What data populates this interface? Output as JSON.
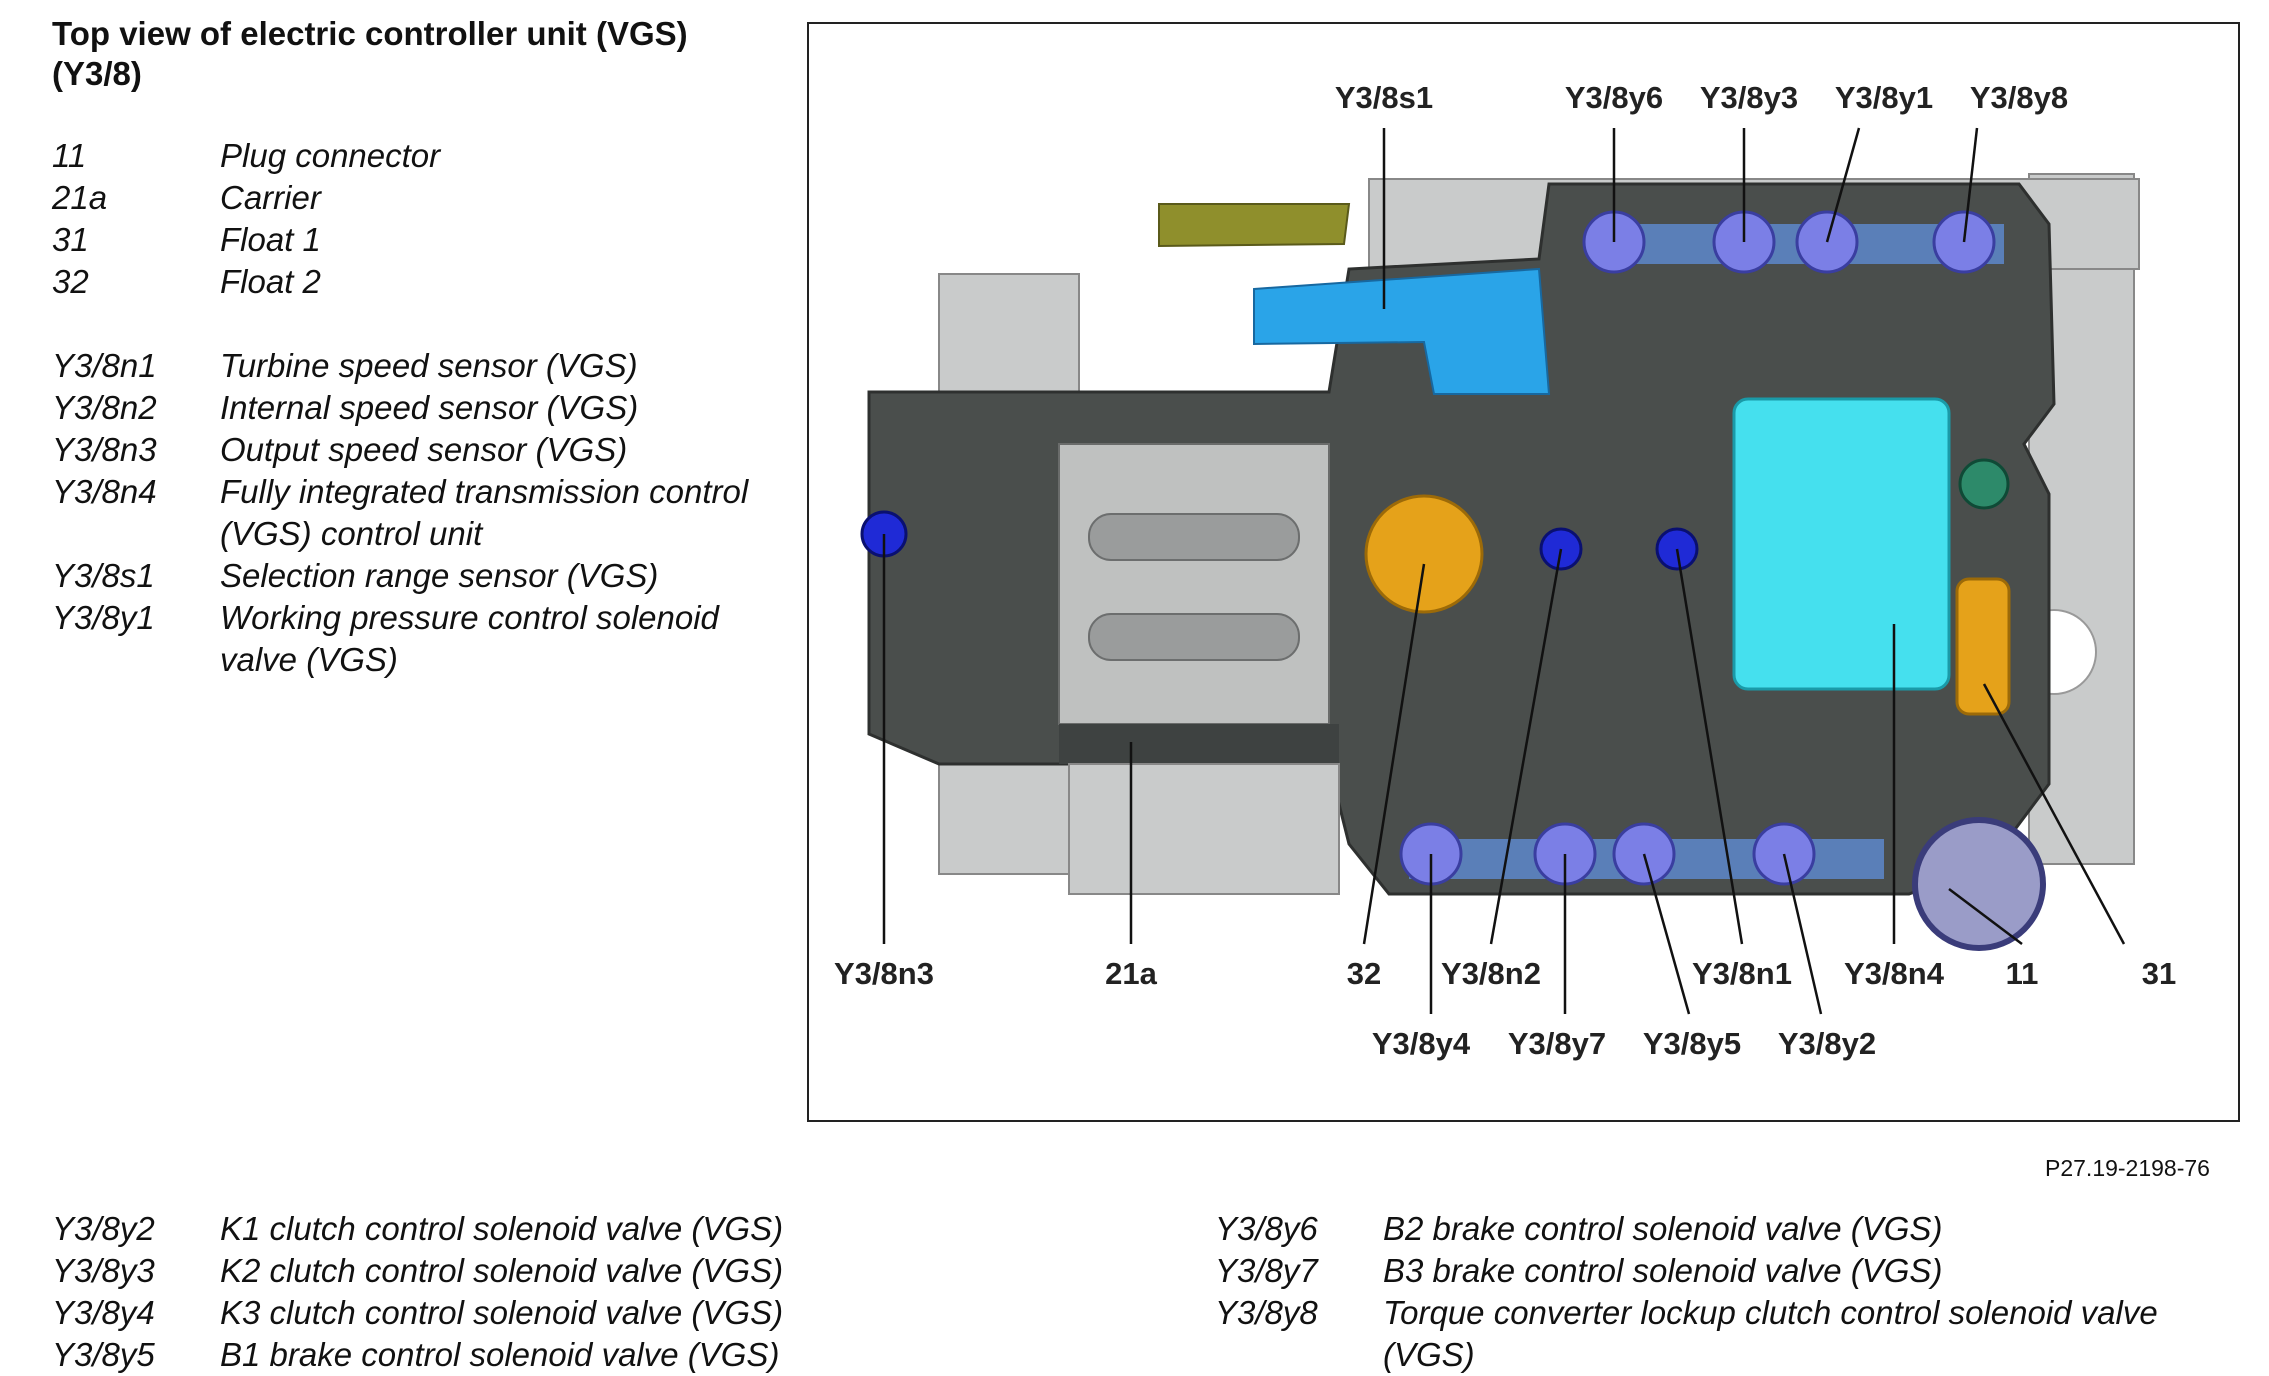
{
  "title": "Top view of electric controller unit (VGS) (Y3/8)",
  "legend_top": [
    {
      "code": "11",
      "desc": "Plug connector"
    },
    {
      "code": "21a",
      "desc": "Carrier"
    },
    {
      "code": "31",
      "desc": "Float 1"
    },
    {
      "code": "32",
      "desc": "Float 2"
    },
    {
      "code": "Y3/8n1",
      "desc": "Turbine speed sensor (VGS)"
    },
    {
      "code": "Y3/8n2",
      "desc": "Internal speed sensor (VGS)"
    },
    {
      "code": "Y3/8n3",
      "desc": "Output speed sensor (VGS)"
    },
    {
      "code": "Y3/8n4",
      "desc": "Fully integrated transmission control (VGS) control unit"
    },
    {
      "code": "Y3/8s1",
      "desc": "Selection range sensor (VGS)"
    },
    {
      "code": "Y3/8y1",
      "desc": "Working pressure control solenoid valve (VGS)"
    }
  ],
  "legend_bottom_left": [
    {
      "code": "Y3/8y2",
      "desc": "K1 clutch control solenoid valve (VGS)"
    },
    {
      "code": "Y3/8y3",
      "desc": "K2 clutch control solenoid valve (VGS)"
    },
    {
      "code": "Y3/8y4",
      "desc": "K3 clutch control solenoid valve (VGS)"
    },
    {
      "code": "Y3/8y5",
      "desc": "B1 brake control solenoid valve (VGS)"
    }
  ],
  "legend_bottom_right": [
    {
      "code": "Y3/8y6",
      "desc": "B2 brake control solenoid valve (VGS)"
    },
    {
      "code": "Y3/8y7",
      "desc": "B3 brake control solenoid valve (VGS)"
    },
    {
      "code": "Y3/8y8",
      "desc": "Torque converter lockup clutch control solenoid valve (VGS)"
    }
  ],
  "figure_labels": {
    "s1": "Y3/8s1",
    "y6": "Y3/8y6",
    "y3": "Y3/8y3",
    "y1": "Y3/8y1",
    "y8": "Y3/8y8",
    "n3": "Y3/8n3",
    "c21a": "21a",
    "c32": "32",
    "n2": "Y3/8n2",
    "n1": "Y3/8n1",
    "n4": "Y3/8n4",
    "c11": "11",
    "c31": "31",
    "y4": "Y3/8y4",
    "y7": "Y3/8y7",
    "y5": "Y3/8y5",
    "y2": "Y3/8y2"
  },
  "figure_id": "P27.19-2198-76",
  "colors": {
    "housing": "#4a4e4c",
    "plate": "#c9cbcb",
    "solenoid": "#7b7fe6",
    "sensor": "#1f2ad6",
    "cyan_board": "#45e0ee",
    "selector_blue": "#2aa4e8",
    "float_orange": "#e5a21a"
  }
}
